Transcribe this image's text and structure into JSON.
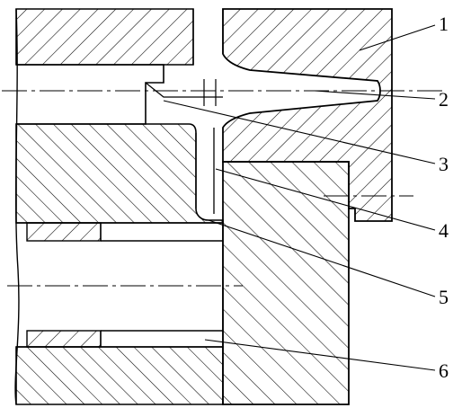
{
  "colors": {
    "line": "#000000",
    "background": "#ffffff"
  },
  "callouts": [
    {
      "number": "1"
    },
    {
      "number": "2"
    },
    {
      "number": "3"
    },
    {
      "number": "4"
    },
    {
      "number": "5"
    },
    {
      "number": "6"
    }
  ]
}
